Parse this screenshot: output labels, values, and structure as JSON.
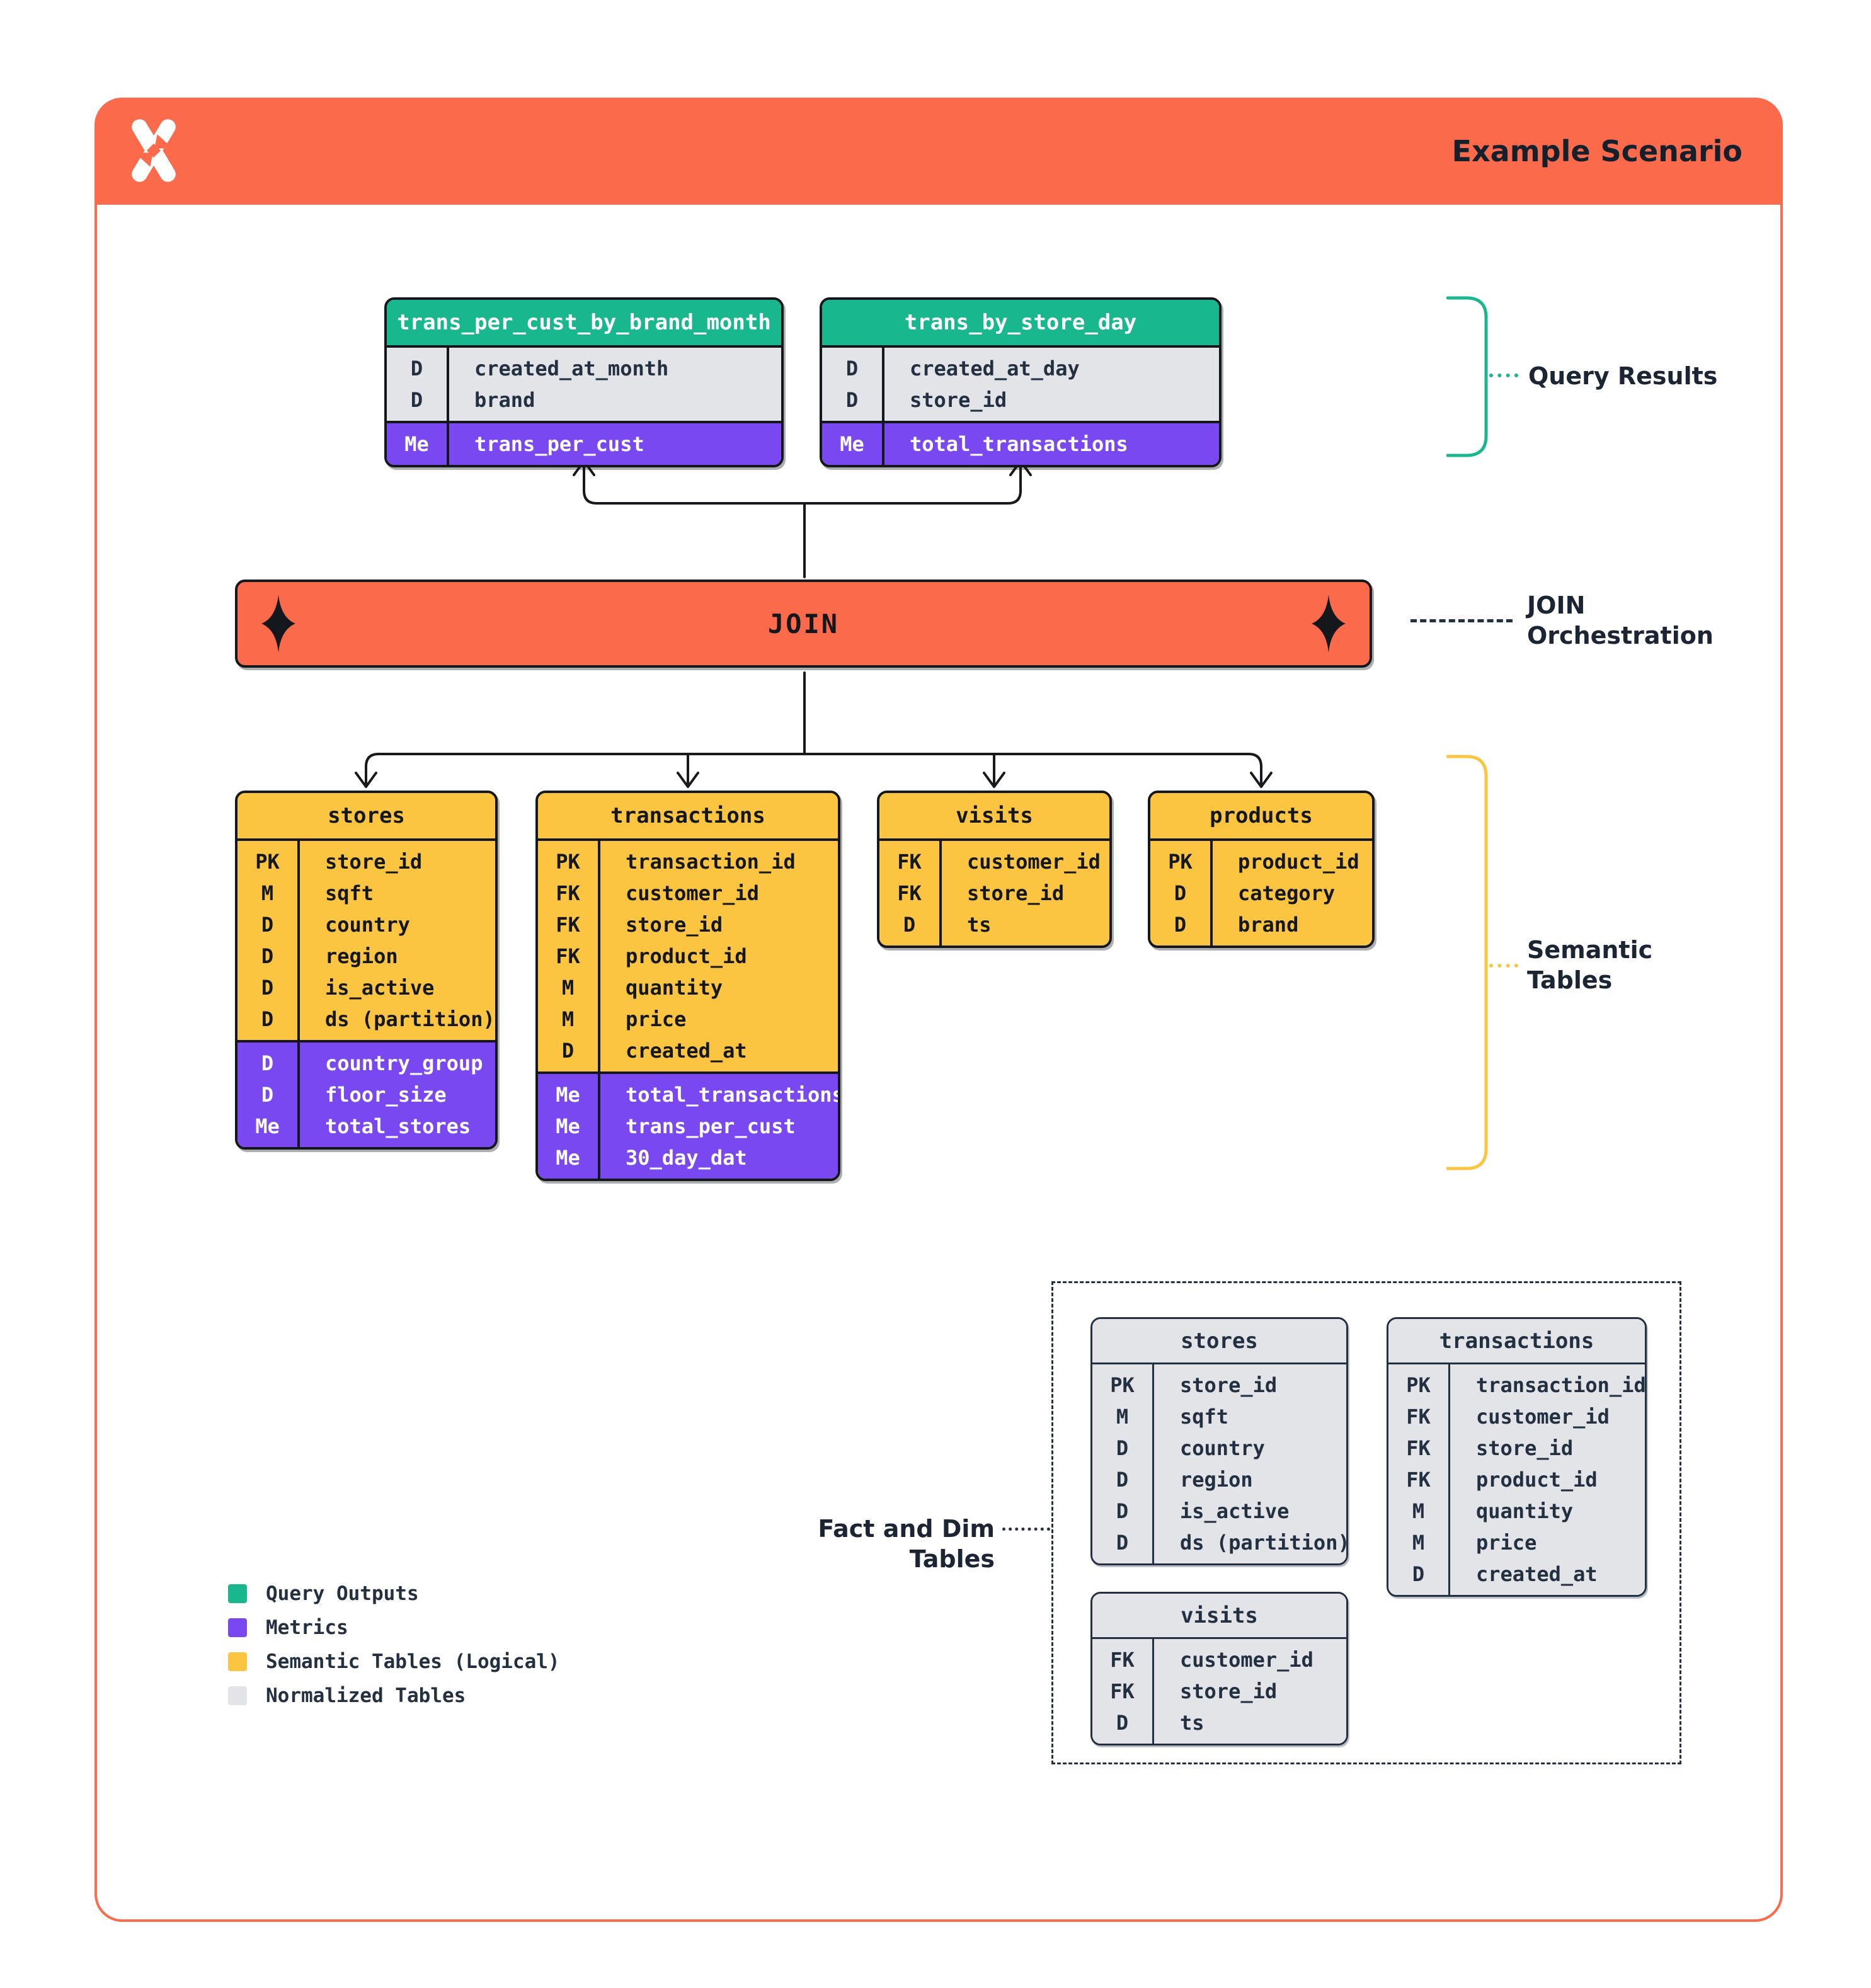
{
  "header": {
    "title": "Example Scenario",
    "logo": "x-sparkle-logo"
  },
  "join_bar": {
    "label": "JOIN",
    "icon": "sparkle-diamond-icon"
  },
  "annotations": {
    "query_results": "Query Results",
    "join_orchestration": "JOIN Orchestration",
    "semantic_tables": "Semantic Tables",
    "fact_and_dim": "Fact and Dim Tables"
  },
  "query_result_tables": [
    {
      "title": "trans_per_cust_by_brand_month",
      "rows": [
        {
          "key": "D",
          "name": "created_at_month"
        },
        {
          "key": "D",
          "name": "brand"
        }
      ],
      "metric_rows": [
        {
          "key": "Me",
          "name": "trans_per_cust"
        }
      ]
    },
    {
      "title": "trans_by_store_day",
      "rows": [
        {
          "key": "D",
          "name": "created_at_day"
        },
        {
          "key": "D",
          "name": "store_id"
        }
      ],
      "metric_rows": [
        {
          "key": "Me",
          "name": "total_transactions"
        }
      ]
    }
  ],
  "semantic_tables": [
    {
      "title": "stores",
      "rows": [
        {
          "key": "PK",
          "name": "store_id"
        },
        {
          "key": "M",
          "name": "sqft"
        },
        {
          "key": "D",
          "name": "country"
        },
        {
          "key": "D",
          "name": "region"
        },
        {
          "key": "D",
          "name": "is_active"
        },
        {
          "key": "D",
          "name": "ds (partition)"
        }
      ],
      "metric_rows": [
        {
          "key": "D",
          "name": "country_group"
        },
        {
          "key": "D",
          "name": "floor_size"
        },
        {
          "key": "Me",
          "name": "total_stores"
        }
      ]
    },
    {
      "title": "transactions",
      "rows": [
        {
          "key": "PK",
          "name": "transaction_id"
        },
        {
          "key": "FK",
          "name": "customer_id"
        },
        {
          "key": "FK",
          "name": "store_id"
        },
        {
          "key": "FK",
          "name": "product_id"
        },
        {
          "key": "M",
          "name": "quantity"
        },
        {
          "key": "M",
          "name": "price"
        },
        {
          "key": "D",
          "name": "created_at"
        }
      ],
      "metric_rows": [
        {
          "key": "Me",
          "name": "total_transactions"
        },
        {
          "key": "Me",
          "name": "trans_per_cust"
        },
        {
          "key": "Me",
          "name": "30_day_dat"
        }
      ]
    },
    {
      "title": "visits",
      "rows": [
        {
          "key": "FK",
          "name": "customer_id"
        },
        {
          "key": "FK",
          "name": "store_id"
        },
        {
          "key": "D",
          "name": "ts"
        }
      ],
      "metric_rows": []
    },
    {
      "title": "products",
      "rows": [
        {
          "key": "PK",
          "name": "product_id"
        },
        {
          "key": "D",
          "name": "category"
        },
        {
          "key": "D",
          "name": "brand"
        }
      ],
      "metric_rows": []
    }
  ],
  "normalized_tables": [
    {
      "title": "stores",
      "rows": [
        {
          "key": "PK",
          "name": "store_id"
        },
        {
          "key": "M",
          "name": "sqft"
        },
        {
          "key": "D",
          "name": "country"
        },
        {
          "key": "D",
          "name": "region"
        },
        {
          "key": "D",
          "name": "is_active"
        },
        {
          "key": "D",
          "name": "ds (partition)"
        }
      ],
      "metric_rows": []
    },
    {
      "title": "transactions",
      "rows": [
        {
          "key": "PK",
          "name": "transaction_id"
        },
        {
          "key": "FK",
          "name": "customer_id"
        },
        {
          "key": "FK",
          "name": "store_id"
        },
        {
          "key": "FK",
          "name": "product_id"
        },
        {
          "key": "M",
          "name": "quantity"
        },
        {
          "key": "M",
          "name": "price"
        },
        {
          "key": "D",
          "name": "created_at"
        }
      ],
      "metric_rows": []
    },
    {
      "title": "visits",
      "rows": [
        {
          "key": "FK",
          "name": "customer_id"
        },
        {
          "key": "FK",
          "name": "store_id"
        },
        {
          "key": "D",
          "name": "ts"
        }
      ],
      "metric_rows": []
    }
  ],
  "legend": [
    {
      "color": "#18B78E",
      "label": "Query Outputs"
    },
    {
      "color": "#7A48F0",
      "label": "Metrics"
    },
    {
      "color": "#FBC441",
      "label": "Semantic Tables (Logical)"
    },
    {
      "color": "#E2E4E8",
      "label": "Normalized Tables"
    }
  ],
  "colors": {
    "orange": "#FA6A4B",
    "green": "#18B78E",
    "purple": "#7A48F0",
    "yellow": "#FBC441",
    "table_gray": "#E2E4E8",
    "ink": "#14181D",
    "navy": "#223041"
  }
}
